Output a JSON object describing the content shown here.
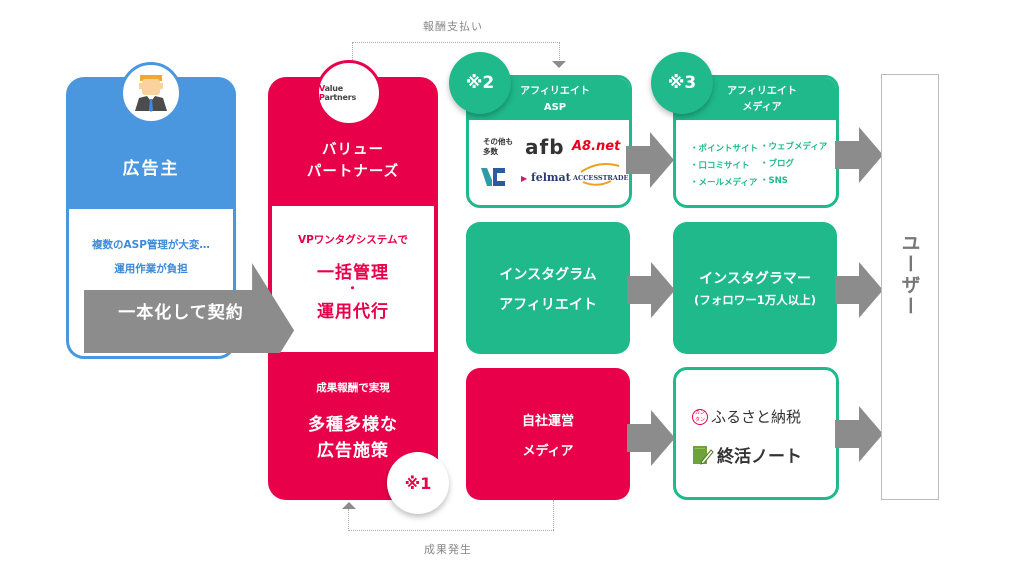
{
  "flows": {
    "payment_label": "報酬支払い",
    "result_label": "成果発生"
  },
  "advertiser": {
    "icon": "businessman-icon",
    "title": "広告主",
    "pain_lines": [
      "複数のASP管理が大変…",
      "運用作業が負担"
    ],
    "contract_label": "一本化して契約"
  },
  "value_partners": {
    "logo_text_v": "V",
    "logo_text_alue": "alue ",
    "logo_text_p": "P",
    "logo_text_rest": "artners",
    "name_lines": [
      "バリュー",
      "パートナーズ"
    ],
    "system_label": "VPワンタグシステムで",
    "system_big_lines": [
      "一括管理",
      "・",
      "運用代行"
    ],
    "reward_label": "成果報酬で実現",
    "reward_big_lines": [
      "多種多様な",
      "広告施策"
    ],
    "note": "※1"
  },
  "affiliate_asp": {
    "note": "※2",
    "title_lines": [
      "アフィリエイト",
      "ASP"
    ],
    "logos": {
      "others": [
        "その他も",
        "多数"
      ],
      "afb": "afb",
      "a8": "A8.net",
      "vc": "VC",
      "felmat": "felmat",
      "accesstrade": "ACCESSTRADE"
    }
  },
  "affiliate_media": {
    "note": "※3",
    "title_lines": [
      "アフィリエイト",
      "メディア"
    ],
    "items": [
      "・ポイントサイト",
      "・ウェブメディア",
      "・口コミサイト",
      "・ブログ",
      "・メールメディア",
      "・SNS"
    ]
  },
  "instagram": {
    "source_lines": [
      "インスタグラム",
      "アフィリエイト"
    ],
    "target_lines": [
      "インスタグラマー",
      "(フォロワー1万人以上)"
    ]
  },
  "own_media": {
    "source_lines": [
      "自社運営",
      "メディア"
    ],
    "sites": [
      {
        "icon": "kantan-icon",
        "label": "ふるさと納税"
      },
      {
        "icon": "note-pencil-icon",
        "label": "終活ノート"
      }
    ]
  },
  "user": {
    "label": "ユーザー"
  },
  "colors": {
    "advertiser_blue": "#4a97e0",
    "vp_red": "#e8004a",
    "affiliate_green": "#1fb98b",
    "arrow_gray": "#8c8c8c"
  }
}
